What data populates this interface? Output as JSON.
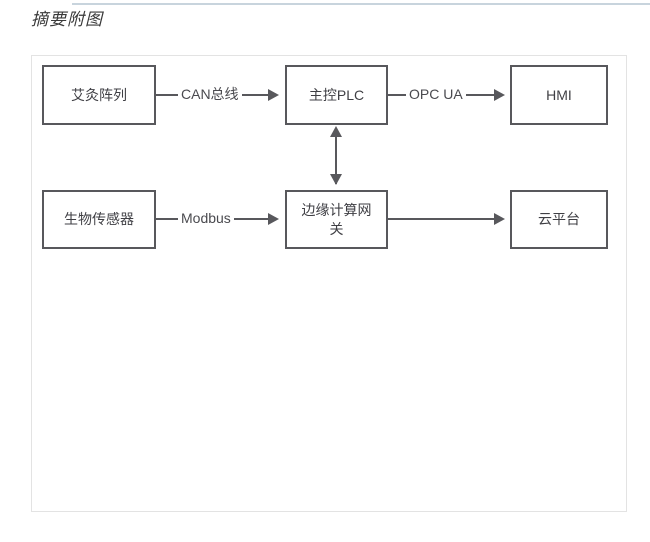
{
  "page": {
    "title": "摘要附图"
  },
  "diagram": {
    "nodes": [
      {
        "id": "moxibustion-array",
        "label": "艾灸阵列"
      },
      {
        "id": "main-plc",
        "label": "主控PLC"
      },
      {
        "id": "hmi",
        "label": "HMI"
      },
      {
        "id": "biosensor",
        "label": "生物传感器"
      },
      {
        "id": "edge-gateway",
        "label": "边缘计算网关"
      },
      {
        "id": "cloud-platform",
        "label": "云平台"
      }
    ],
    "edges": [
      {
        "id": "can-bus",
        "from": "moxibustion-array",
        "to": "main-plc",
        "label": "CAN总线",
        "direction": "forward"
      },
      {
        "id": "opc-ua",
        "from": "main-plc",
        "to": "hmi",
        "label": "OPC UA",
        "direction": "forward"
      },
      {
        "id": "modbus",
        "from": "biosensor",
        "to": "edge-gateway",
        "label": "Modbus",
        "direction": "forward"
      },
      {
        "id": "edge-to-cloud",
        "from": "edge-gateway",
        "to": "cloud-platform",
        "label": "",
        "direction": "forward"
      },
      {
        "id": "plc-edge-link",
        "from": "main-plc",
        "to": "edge-gateway",
        "label": "",
        "direction": "bidirectional"
      }
    ]
  },
  "colors": {
    "node_border": "#58585c",
    "line": "#58585c",
    "frame_border": "#e3e3e3",
    "top_rule": "#c8d4dd",
    "text": "#3f3f44",
    "background": "#ffffff"
  }
}
